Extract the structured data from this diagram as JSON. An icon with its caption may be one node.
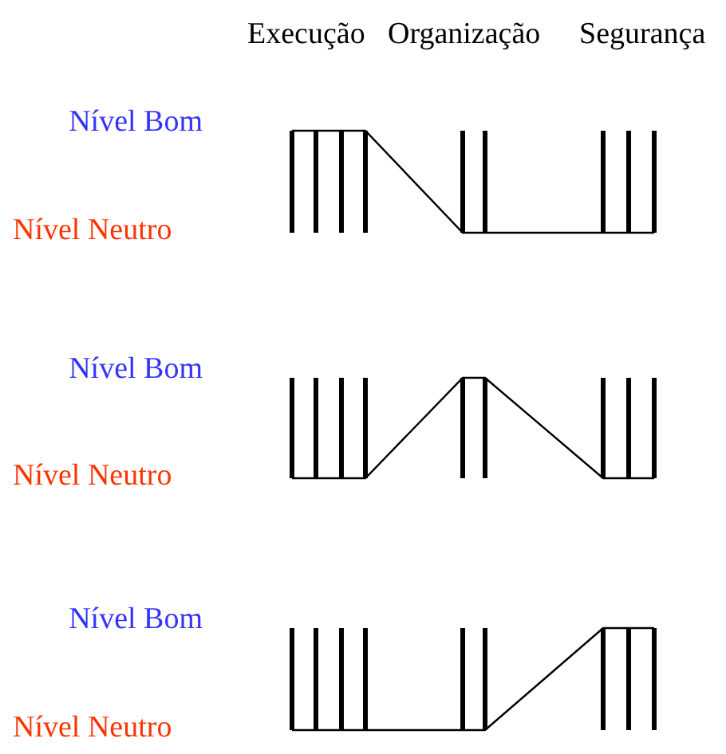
{
  "diagram": {
    "labels": [
      "Execução",
      "Organização",
      "Segurança",
      "Nível Bom",
      "Nível Neutro",
      "Nível Bom",
      "Nível Neutro",
      "Nível Bom",
      "Nível Neutro"
    ]
  }
}
